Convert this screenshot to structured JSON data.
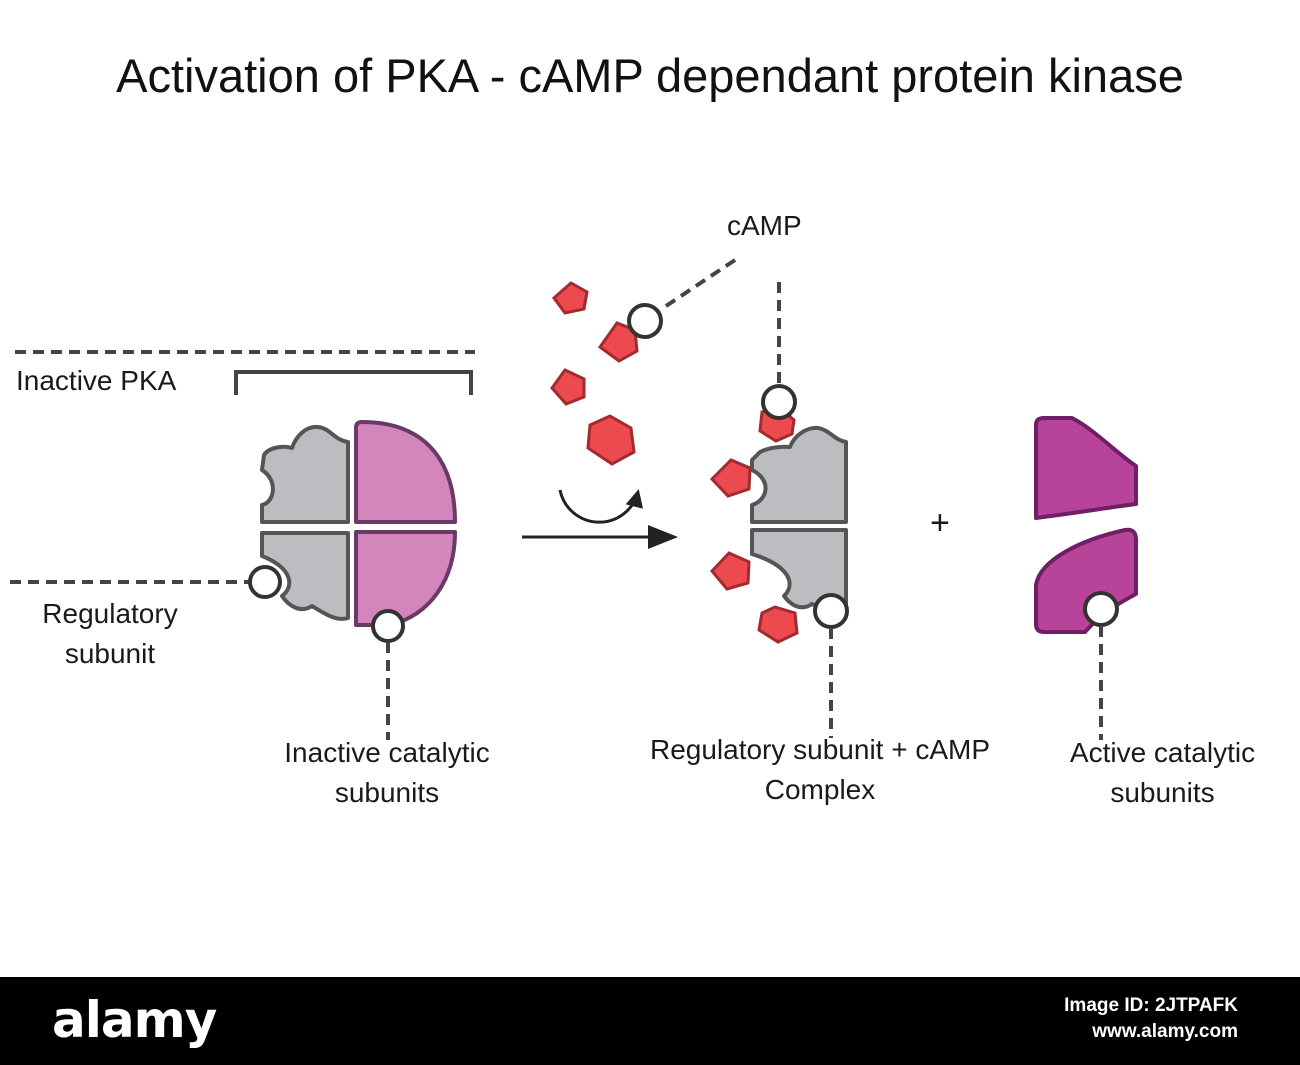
{
  "title": "Activation of  PKA - cAMP dependant protein kinase",
  "labels": {
    "camp": "cAMP",
    "inactive_pka": "Inactive PKA",
    "regulatory_line1": "Regulatory",
    "regulatory_line2": "subunit",
    "inactive_cat_line1": "Inactive catalytic",
    "inactive_cat_line2": "subunits",
    "complex_line1": "Regulatory subunit + cAMP",
    "complex_line2": "Complex",
    "active_cat_line1": "Active catalytic",
    "active_cat_line2": "subunits",
    "plus": "+"
  },
  "colors": {
    "regulatory_gray": "#bcbdc0",
    "inactive_catalytic_pink": "#d286bc",
    "active_catalytic_purple": "#b8449a",
    "camp_red": "#ec4a4e",
    "outline": "#555555",
    "footer_bg": "#000000"
  },
  "footer": {
    "brand": "alamy",
    "image_id": "Image ID: 2JTPAFK",
    "site": "www.alamy.com"
  }
}
